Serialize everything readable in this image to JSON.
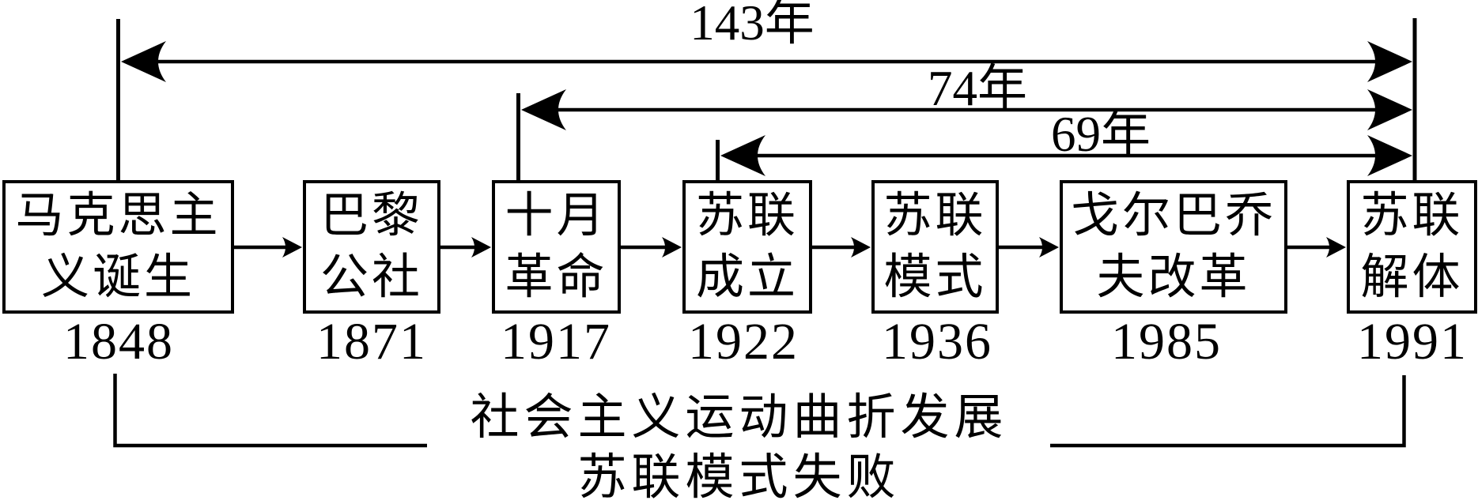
{
  "diagram": {
    "type": "timeline-flowchart",
    "colors": {
      "ink": "#000000",
      "background": "#ffffff"
    },
    "events": [
      {
        "label": "马克思主义诞生",
        "line1": "马克思主",
        "line2": "义诞生",
        "year": "1848"
      },
      {
        "label": "巴黎公社",
        "line1": "巴黎",
        "line2": "公社",
        "year": "1871"
      },
      {
        "label": "十月革命",
        "line1": "十月",
        "line2": "革命",
        "year": "1917"
      },
      {
        "label": "苏联成立",
        "line1": "苏联",
        "line2": "成立",
        "year": "1922"
      },
      {
        "label": "苏联模式",
        "line1": "苏联",
        "line2": "模式",
        "year": "1936"
      },
      {
        "label": "戈尔巴乔夫改革",
        "line1": "戈尔巴乔",
        "line2": "夫改革",
        "year": "1985"
      },
      {
        "label": "苏联解体",
        "line1": "苏联",
        "line2": "解体",
        "year": "1991"
      }
    ],
    "spans": [
      {
        "label": "143年",
        "from_year": "1848",
        "to_year": "1991"
      },
      {
        "label": "74年",
        "from_year": "1917",
        "to_year": "1991"
      },
      {
        "label": "69年",
        "from_year": "1922",
        "to_year": "1991"
      }
    ],
    "captions": {
      "line1": "社会主义运动曲折发展",
      "line2": "苏联模式失败"
    }
  }
}
